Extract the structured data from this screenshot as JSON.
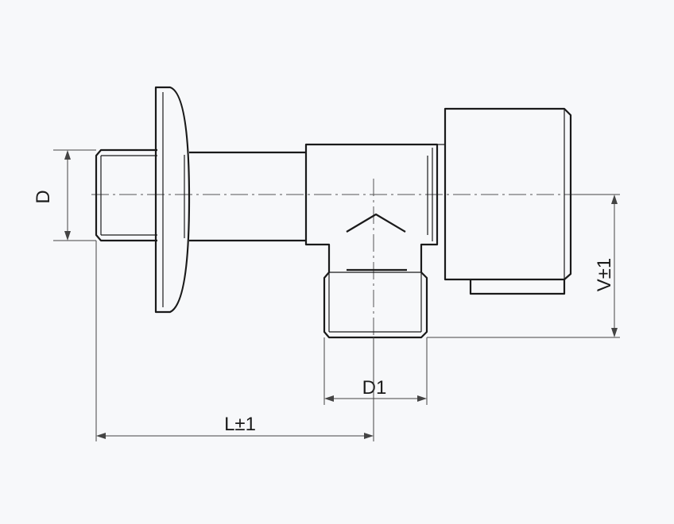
{
  "labels": {
    "d": "D",
    "d1": "D1",
    "l": "L±1",
    "v": "V±1"
  }
}
